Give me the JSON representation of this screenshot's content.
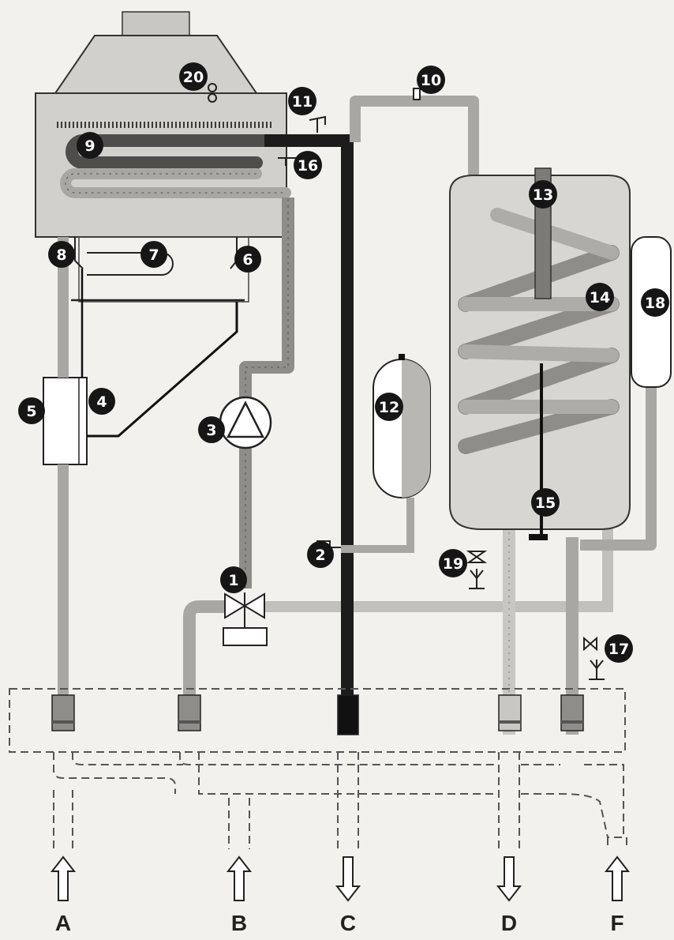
{
  "colors": {
    "paper": "#f2f1ee",
    "housing": "#d2d0cc",
    "housing_dark": "#bdbab5",
    "pipe": "#a9a7a3",
    "pipe_dark": "#4e4d4b",
    "pipe_black": "#1c1c1c",
    "line": "#222222",
    "badge": "#161616",
    "badge_text": "#ffffff"
  },
  "components": [
    {
      "id": "1",
      "text": "1",
      "icon": "three-way-valve-icon"
    },
    {
      "id": "2",
      "text": "2",
      "icon": "pressure-switch-icon"
    },
    {
      "id": "3",
      "text": "3",
      "icon": "pump-icon"
    },
    {
      "id": "4",
      "text": "4",
      "icon": "flow-sensor-icon"
    },
    {
      "id": "5",
      "text": "5",
      "icon": "gas-valve-icon"
    },
    {
      "id": "6",
      "text": "6",
      "icon": "electrode-icon"
    },
    {
      "id": "7",
      "text": "7",
      "icon": "burner-icon"
    },
    {
      "id": "8",
      "text": "8",
      "icon": "electrode-icon"
    },
    {
      "id": "9",
      "text": "9",
      "icon": "heat-exchanger-icon"
    },
    {
      "id": "10",
      "text": "10",
      "icon": "air-vent-icon"
    },
    {
      "id": "11",
      "text": "11",
      "icon": "thermostat-icon"
    },
    {
      "id": "12",
      "text": "12",
      "icon": "expansion-vessel-icon"
    },
    {
      "id": "13",
      "text": "13",
      "icon": "anode-icon"
    },
    {
      "id": "14",
      "text": "14",
      "icon": "coil-icon"
    },
    {
      "id": "15",
      "text": "15",
      "icon": "drain-icon"
    },
    {
      "id": "16",
      "text": "16",
      "icon": "sensor-icon"
    },
    {
      "id": "17",
      "text": "17",
      "icon": "safety-valve-icon"
    },
    {
      "id": "18",
      "text": "18",
      "icon": "expansion-vessel-icon"
    },
    {
      "id": "19",
      "text": "19",
      "icon": "drain-valve-icon"
    },
    {
      "id": "20",
      "text": "20",
      "icon": "fan-icon"
    }
  ],
  "ports": [
    {
      "id": "A",
      "text": "A",
      "direction": "up"
    },
    {
      "id": "B",
      "text": "B",
      "direction": "up"
    },
    {
      "id": "C",
      "text": "C",
      "direction": "down"
    },
    {
      "id": "D",
      "text": "D",
      "direction": "down"
    },
    {
      "id": "F",
      "text": "F",
      "direction": "up"
    }
  ]
}
